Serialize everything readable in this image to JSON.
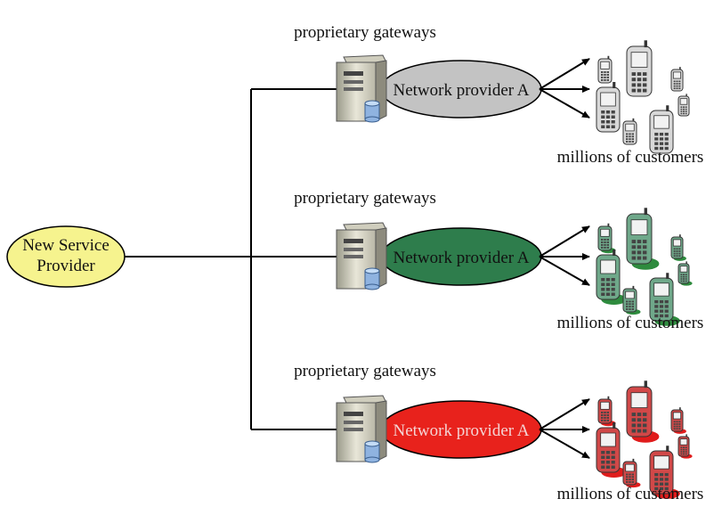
{
  "source_node": {
    "label_line1": "New Service",
    "label_line2": "Provider",
    "color": "#f6f38e"
  },
  "gateway_label": "proprietary gateways",
  "customers_label": "millions of customers",
  "rows": [
    {
      "provider_label": "Network provider A",
      "ellipse_color": "#c3c3c3",
      "phone_color": "#d8d8d8",
      "shadow_color": "#ffffff",
      "text_color": "#111111"
    },
    {
      "provider_label": "Network provider A",
      "ellipse_color": "#2e7d4c",
      "phone_color": "#6fa88a",
      "shadow_color": "#2e8b3e",
      "text_color": "#111111"
    },
    {
      "provider_label": "Network provider A",
      "ellipse_color": "#e8221c",
      "phone_color": "#d14848",
      "shadow_color": "#e01c1c",
      "text_color": "#f4d4d4"
    }
  ],
  "icons": {
    "gateway": "server-icon",
    "database": "database-icon",
    "customer": "mobile-phone-icon"
  }
}
